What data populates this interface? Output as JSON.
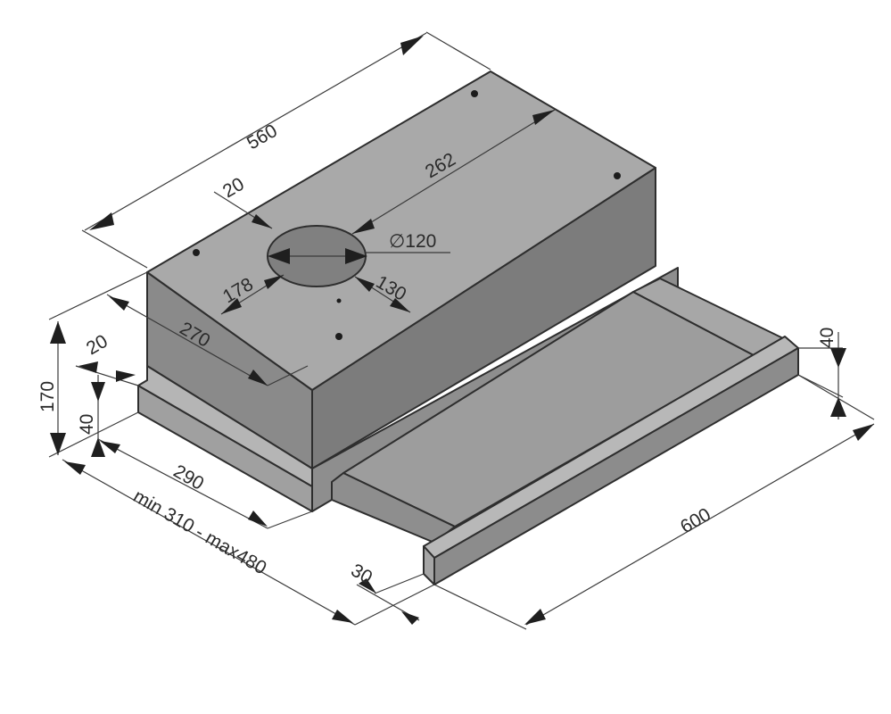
{
  "dimensions": {
    "width_total": "560",
    "top_depth_front": "262",
    "offset_20_top": "20",
    "duct_diameter": "∅120",
    "duct_offset_178": "178",
    "duct_offset_130": "130",
    "body_depth_270": "270",
    "height_170": "170",
    "offset_20_side": "20",
    "height_40_left": "40",
    "base_depth_290": "290",
    "extension_range": "min 310 - max480",
    "front_height_40": "40",
    "front_width_600": "600",
    "front_lip_30": "30"
  },
  "colors": {
    "top_face": "#a9a9a9",
    "front_face": "#8e8e8e",
    "side_face": "#7a7a7a",
    "tray_face": "#9d9d9d",
    "duct": "#808080",
    "edge": "#2e2e2e"
  }
}
